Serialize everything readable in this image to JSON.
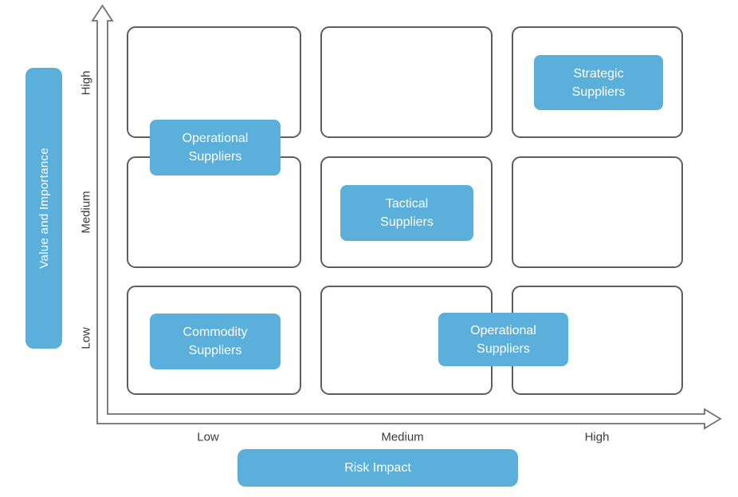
{
  "colors": {
    "accent_blue": "#5AAFDB",
    "box_border": "#5E5E5E",
    "axis_stroke": "#707070",
    "tick_text": "#3A3A3A",
    "badge_text": "#FFFFFF"
  },
  "y_axis": {
    "label": "Value and Importance",
    "ticks": [
      "High",
      "Medium",
      "Low"
    ]
  },
  "x_axis": {
    "label": "Risk Impact",
    "ticks": [
      "Low",
      "Medium",
      "High"
    ]
  },
  "badges": [
    {
      "name": "operational-suppliers-upper-left",
      "line1": "Operational",
      "line2": "Suppliers"
    },
    {
      "name": "strategic-suppliers",
      "line1": "Strategic",
      "line2": "Suppliers"
    },
    {
      "name": "tactical-suppliers",
      "line1": "Tactical",
      "line2": "Suppliers"
    },
    {
      "name": "commodity-suppliers",
      "line1": "Commodity",
      "line2": "Suppliers"
    },
    {
      "name": "operational-suppliers-lower-right",
      "line1": "Operational",
      "line2": "Suppliers"
    }
  ]
}
